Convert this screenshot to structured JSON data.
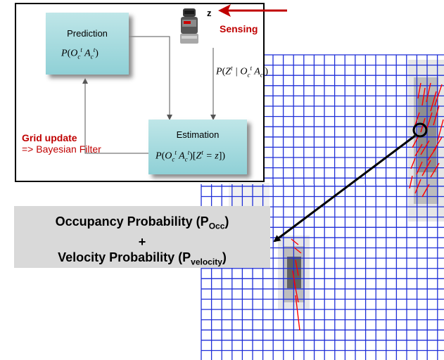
{
  "diagram": {
    "prediction_label": "Prediction",
    "prediction_formula": "P(O c t A c t)",
    "estimation_label": "Estimation",
    "estimation_formula": "P(O c t A c t | [Z t = z])",
    "sensing_formula": "P(Z t | O c t A c t)",
    "z_symbol": "z",
    "sensing_label": "Sensing",
    "grid_update_label": "Grid update",
    "bayesian_filter_label": "=> Bayesian Filter",
    "sensor_icon": "lidar-sensor-icon"
  },
  "probability_box": {
    "line1_prefix": "Occupancy Probability (P",
    "line1_sub": "Occ",
    "line1_suffix": ")",
    "line2": "+",
    "line3_prefix": "Velocity Probability (P",
    "line3_sub": "velocity",
    "line3_suffix": ")"
  },
  "colors": {
    "grid_line": "#1f2fd8",
    "velocity_vector": "#ff0000",
    "label_red": "#c00000",
    "box_fill": "#a7dadf",
    "probability_box_fill": "#d9d9d9"
  }
}
